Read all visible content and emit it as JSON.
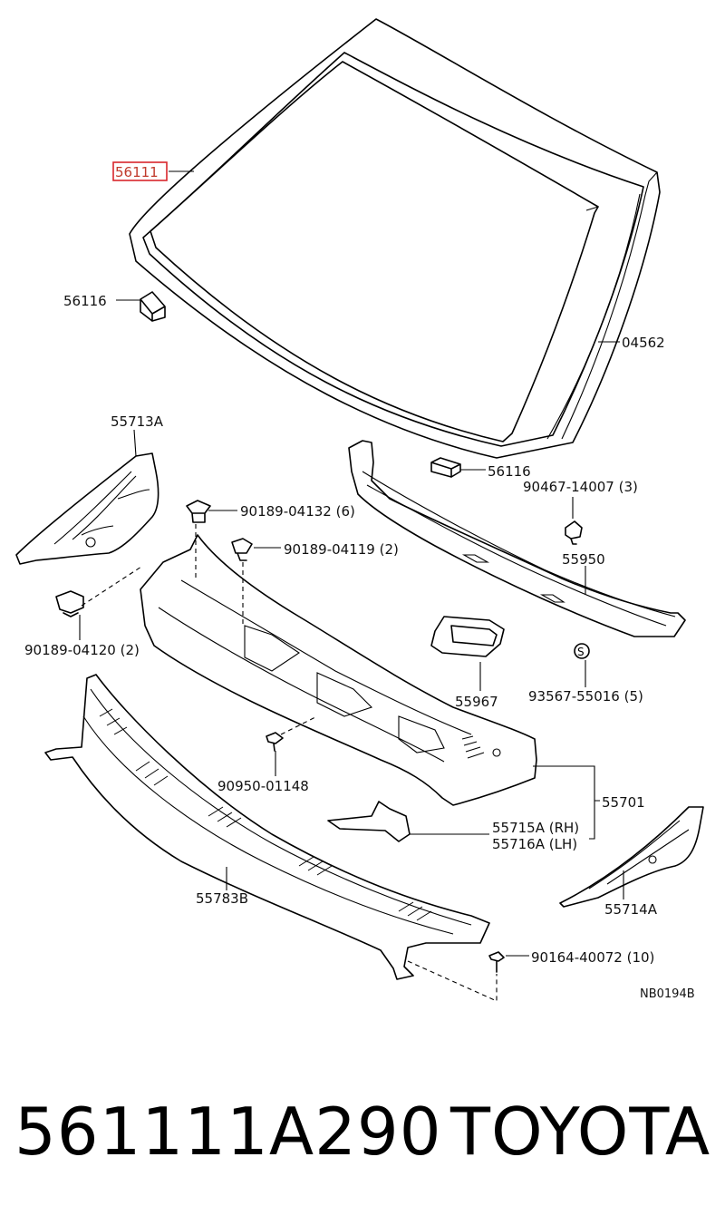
{
  "diagram": {
    "highlighted_part": "56111",
    "drawing_code": "NB0194B",
    "labels": {
      "windshield": "56111",
      "stopper_top": "56116",
      "stopper_bottom": "56116",
      "molding": "04562",
      "cowl_side_left": "55713A",
      "clip_a": "90189-04132 (6)",
      "clip_b": "90189-04119 (2)",
      "clip_c": "90189-04120 (2)",
      "retainer": "90467-14007 (3)",
      "seal": "55950",
      "duct": "55967",
      "nut": "93567-55016 (5)",
      "bolt": "90950-01148",
      "cowl_panel": "55701",
      "brace_rh": "55715A (RH)",
      "brace_lh": "55716A (LH)",
      "cowl_side_right": "55714A",
      "louver": "55783B",
      "screw": "90164-40072 (10)"
    }
  },
  "footer": {
    "part_number": "561111A290",
    "brand": "TOYOTA"
  }
}
